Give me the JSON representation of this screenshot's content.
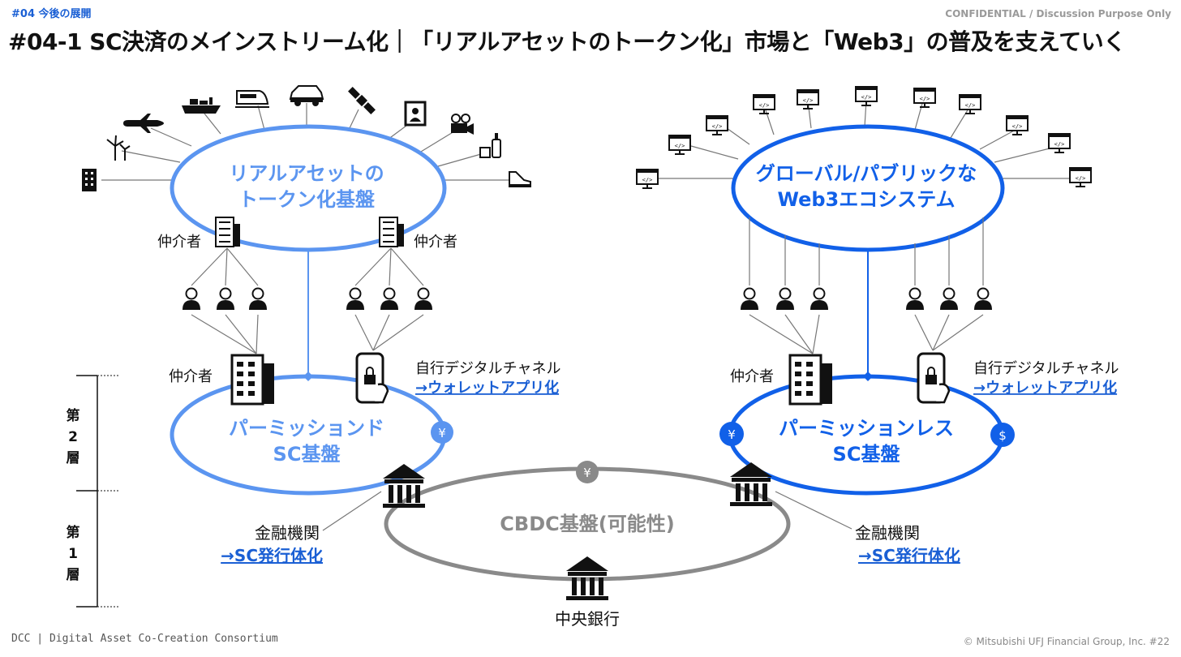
{
  "header": {
    "section_tag": "#04 今後の展開",
    "confidential": "CONFIDENTIAL / Discussion Purpose Only",
    "title": "#04-1 SC決済のメインストリーム化｜「リアルアセットのトークン化」市場と「Web3」の普及を支えていく"
  },
  "left": {
    "top_circle": [
      "リアルアセットの",
      "トークン化基盤"
    ],
    "intermediary_left": "仲介者",
    "intermediary_right": "仲介者",
    "intermediary_lower": "仲介者",
    "own_channel": "自行デジタルチャネル",
    "wallet_app": "→ウォレットアプリ化",
    "sc_circle": [
      "パーミッションド",
      "SC基盤"
    ],
    "sc_currency": "¥",
    "fi_label": "金融機関",
    "fi_sc": "→SC発行体化"
  },
  "right": {
    "top_circle": [
      "グローバル/パブリックな",
      "Web3エコシステム"
    ],
    "intermediary_lower": "仲介者",
    "own_channel": "自行デジタルチャネル",
    "wallet_app": "→ウォレットアプリ化",
    "sc_circle": [
      "パーミッションレス",
      "SC基盤"
    ],
    "sc_currency_left": "¥",
    "sc_currency_right": "$",
    "fi_label": "金融機関",
    "fi_sc": "→SC発行体化"
  },
  "center": {
    "cbdc": "CBDC基盤(可能性)",
    "cbdc_currency": "¥",
    "central_bank": "中央銀行"
  },
  "layers": {
    "layer2": [
      "第",
      "2",
      "層"
    ],
    "layer1": [
      "第",
      "1",
      "層"
    ]
  },
  "icons": {
    "real_assets": [
      "building-icon",
      "wind-turbine-icon",
      "airplane-icon",
      "ship-icon",
      "train-icon",
      "car-icon",
      "satellite-icon",
      "painting-icon",
      "movie-camera-icon",
      "wine-icon",
      "sneaker-icon"
    ],
    "web3": [
      "computer-code-icon"
    ]
  },
  "colors": {
    "light_blue": "#5b95f0",
    "blue": "#1160e8",
    "gray": "#8a8a8a",
    "link_blue": "#1a5fd4"
  },
  "footer": {
    "left": "DCC | Digital Asset Co-Creation Consortium",
    "right": "© Mitsubishi UFJ Financial Group, Inc.   #22"
  }
}
